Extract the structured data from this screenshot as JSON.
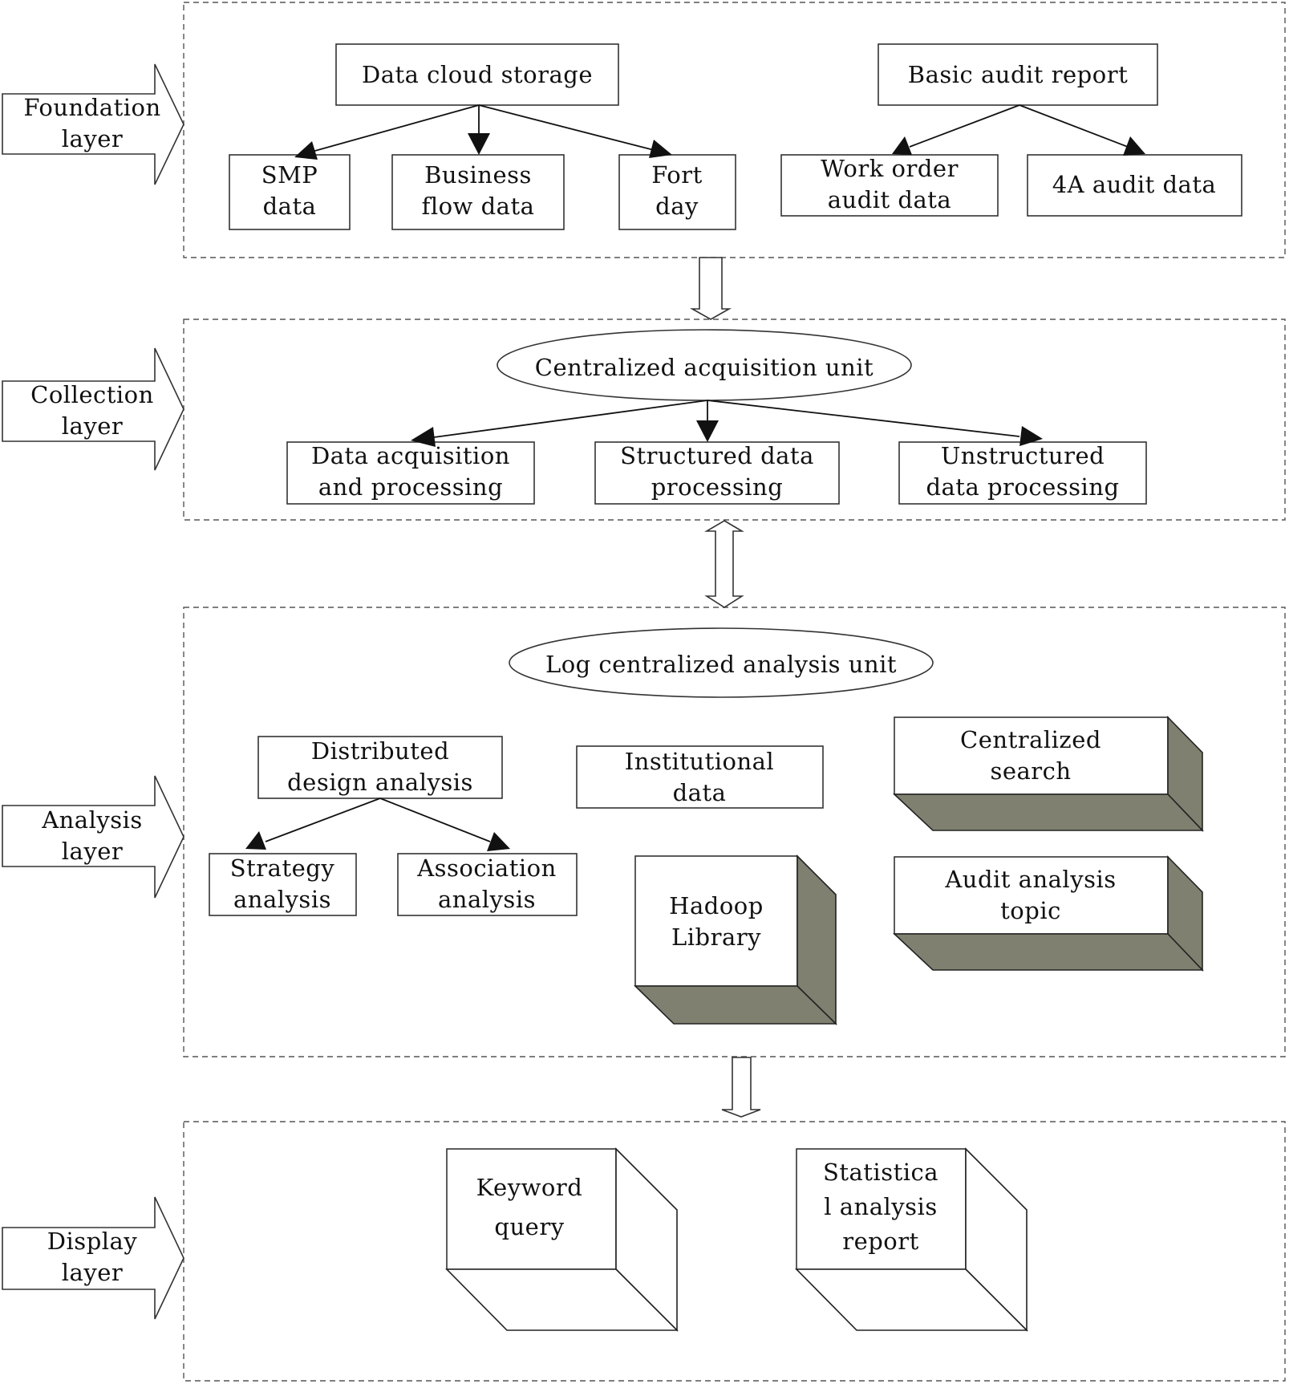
{
  "layers": {
    "foundation": [
      "Foundation",
      "layer"
    ],
    "collection": [
      "Collection",
      "layer"
    ],
    "analysis": [
      "Analysis",
      "layer"
    ],
    "display": [
      "Display",
      "layer"
    ]
  },
  "foundation": {
    "cloud_storage": [
      "Data cloud storage"
    ],
    "smp": [
      "SMP",
      "data"
    ],
    "business_flow": [
      "Business",
      "flow data"
    ],
    "fort_day": [
      "Fort",
      "day"
    ],
    "basic_audit": [
      "Basic audit report"
    ],
    "work_order": [
      "Work order",
      "audit data"
    ],
    "audit_4a": [
      "4A audit data"
    ]
  },
  "collection": {
    "unit": [
      "Centralized acquisition unit"
    ],
    "acquisition": [
      "Data acquisition",
      "and processing"
    ],
    "structured": [
      "Structured data",
      "processing"
    ],
    "unstructured": [
      "Unstructured",
      "data processing"
    ]
  },
  "analysis": {
    "unit": [
      "Log centralized analysis unit"
    ],
    "distributed": [
      "Distributed",
      "design analysis"
    ],
    "strategy": [
      "Strategy",
      "analysis"
    ],
    "association": [
      "Association",
      "analysis"
    ],
    "institutional": [
      "Institutional",
      "data"
    ],
    "hadoop": [
      "Hadoop",
      "Library"
    ],
    "centralized_search": [
      "Centralized",
      "search"
    ],
    "audit_topic": [
      "Audit analysis",
      "topic"
    ]
  },
  "display": {
    "keyword": [
      "Keyword",
      "query"
    ],
    "statistical": [
      "Statistica",
      "l analysis",
      "report"
    ]
  },
  "colors": {
    "shade": "#808070",
    "line": "#111111"
  }
}
